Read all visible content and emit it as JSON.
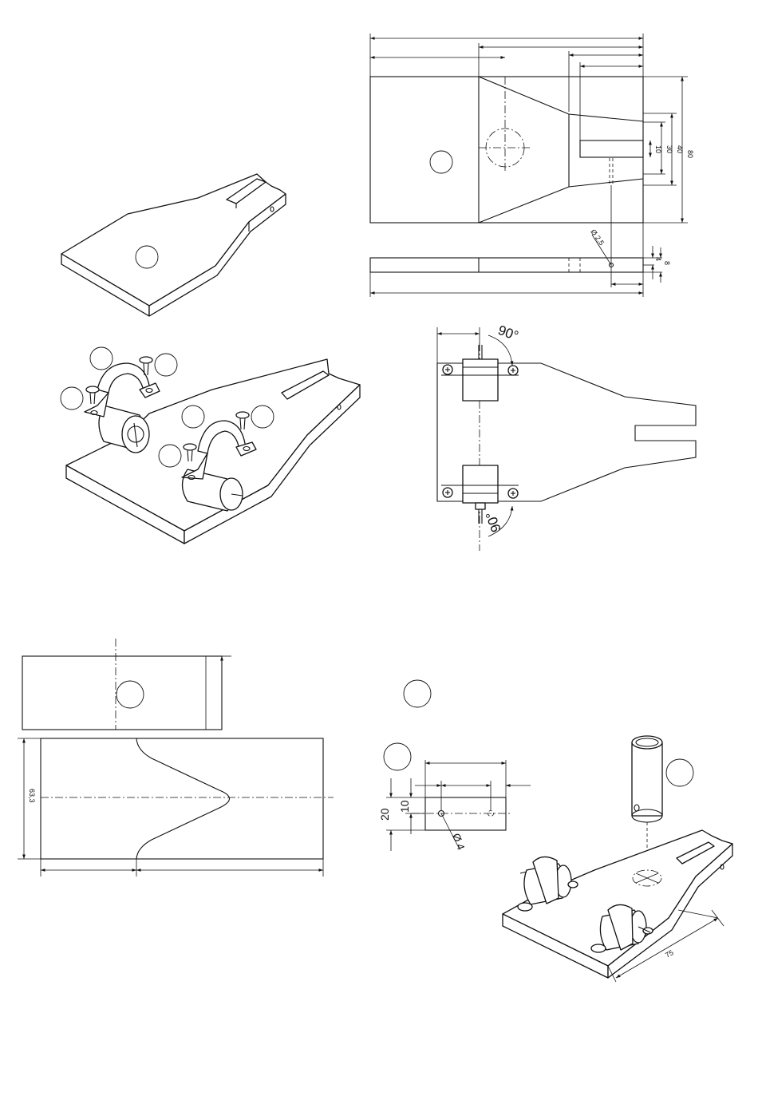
{
  "dimensions": {
    "height_80": "80",
    "height_40": "40",
    "height_30": "30",
    "height_10": "10",
    "thickness_8": "8",
    "thickness_4": "4",
    "hole_d25": "Ø 2,5",
    "width_63_3": "63,3",
    "pos_20": "20",
    "pos_10": "10",
    "hole_d4": "Ø 4",
    "dist_75": "75"
  },
  "angles": {
    "top": "90°",
    "bottom": "90°"
  },
  "callouts": [
    {
      "name": "plate-1"
    },
    {
      "name": "plate-top-view"
    },
    {
      "name": "clip-a"
    },
    {
      "name": "screw-a"
    },
    {
      "name": "screw-b"
    },
    {
      "name": "clip-b"
    },
    {
      "name": "screw-c"
    },
    {
      "name": "motor-b"
    },
    {
      "name": "cutout-template"
    },
    {
      "name": "tube-label"
    },
    {
      "name": "tube-flat"
    },
    {
      "name": "tube-part"
    }
  ]
}
